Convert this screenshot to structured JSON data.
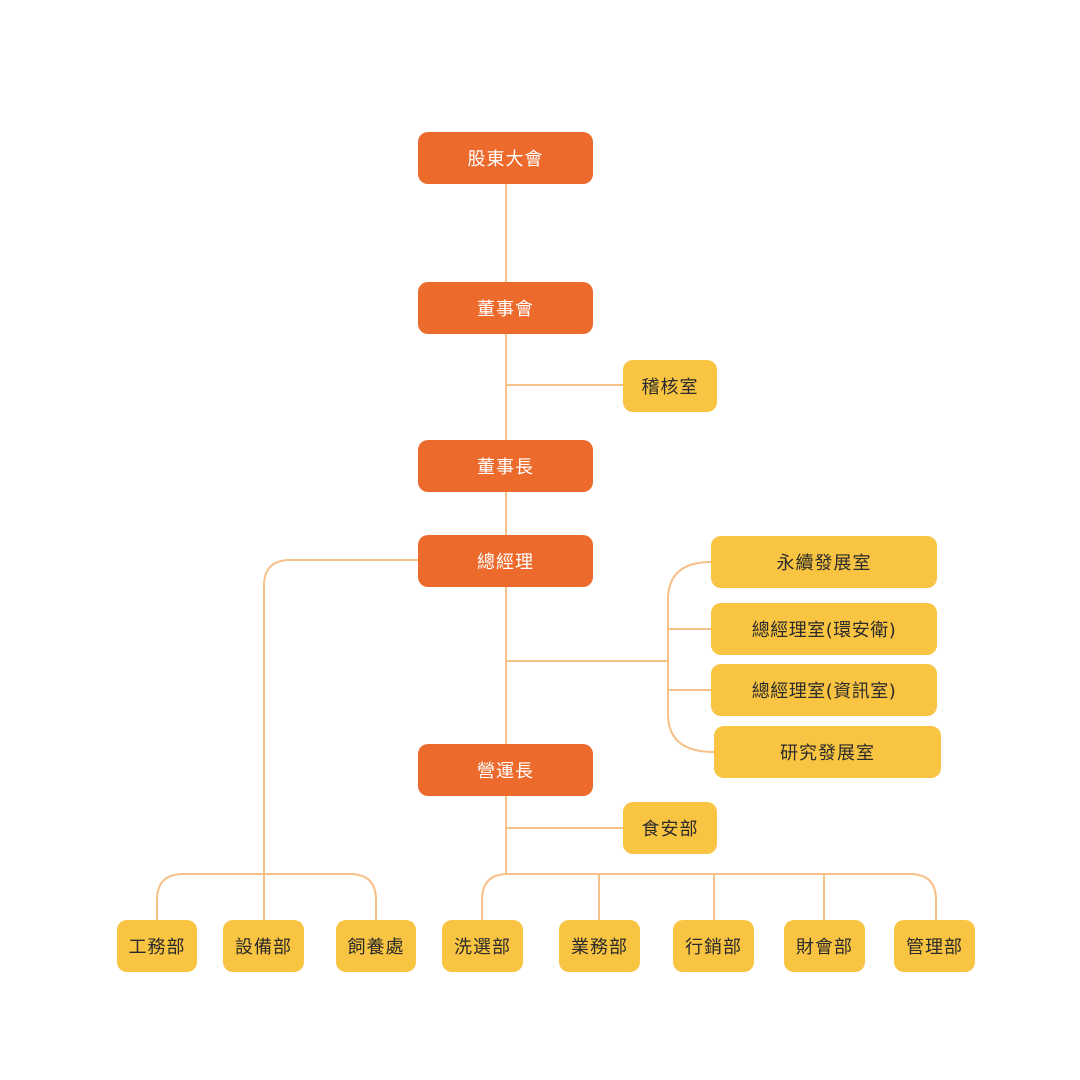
{
  "colors": {
    "primary_node": "#ec6a2c",
    "secondary_node": "#f9c441",
    "connector": "#f6c188"
  },
  "nodes": {
    "shareholders": "股東大會",
    "board": "董事會",
    "audit": "稽核室",
    "chairman": "董事長",
    "gm": "總經理",
    "sustainability": "永續發展室",
    "gm_env": "總經理室(環安衛)",
    "gm_it": "總經理室(資訊室)",
    "rd": "研究發展室",
    "coo": "營運長",
    "food_safety": "食安部",
    "engineering": "工務部",
    "equipment": "設備部",
    "feed": "飼養處",
    "sorting": "洗選部",
    "sales": "業務部",
    "marketing": "行銷部",
    "finance": "財會部",
    "management": "管理部"
  }
}
